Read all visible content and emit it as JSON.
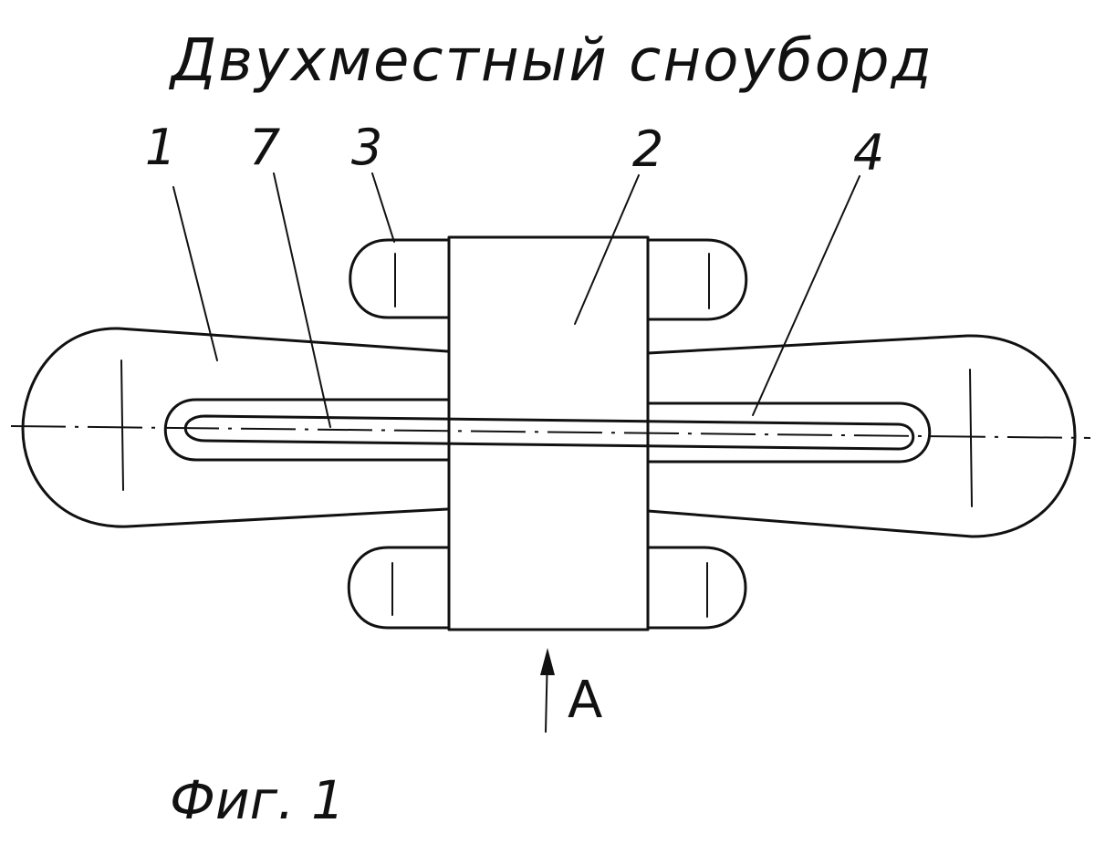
{
  "title": "Двухместный сноуборд",
  "callouts": [
    {
      "id": "1"
    },
    {
      "id": "7"
    },
    {
      "id": "3"
    },
    {
      "id": "2"
    },
    {
      "id": "4"
    }
  ],
  "view_label": "A",
  "figure_label": "Фиг. 1",
  "colors": {
    "ink": "#111111",
    "paper": "#ffffff"
  }
}
